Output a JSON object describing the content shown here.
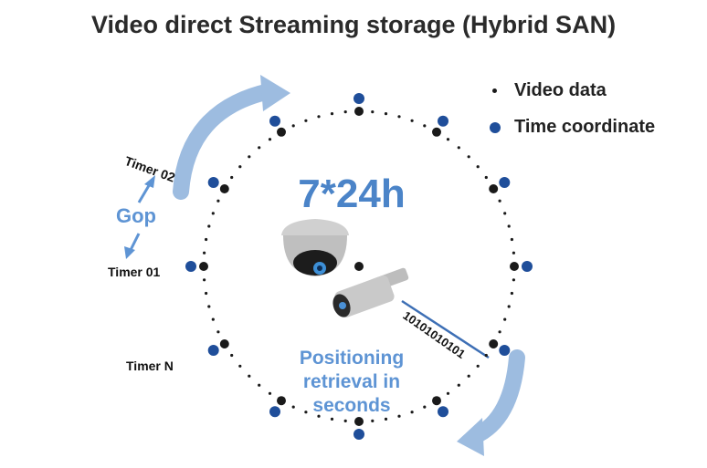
{
  "title": "Video direct Streaming storage  (Hybrid SAN)",
  "legend": {
    "video_data": "Video data",
    "time_coordinate": "Time coordinate"
  },
  "center": {
    "duration": "7*24h",
    "retrieval_line1": "Positioning",
    "retrieval_line2": "retrieval in",
    "retrieval_line3": "seconds"
  },
  "timers": {
    "timer_02": "Timer 02",
    "timer_01": "Timer 01",
    "timer_n": "Timer N"
  },
  "gop": "Gop",
  "binary": "10101010101",
  "colors": {
    "video_dot": "#1a1a1a",
    "time_dot": "#1f4e9a",
    "accent_text": "#4b84c8",
    "arrow": "#9dbce0",
    "line": "#3d6fb5"
  }
}
